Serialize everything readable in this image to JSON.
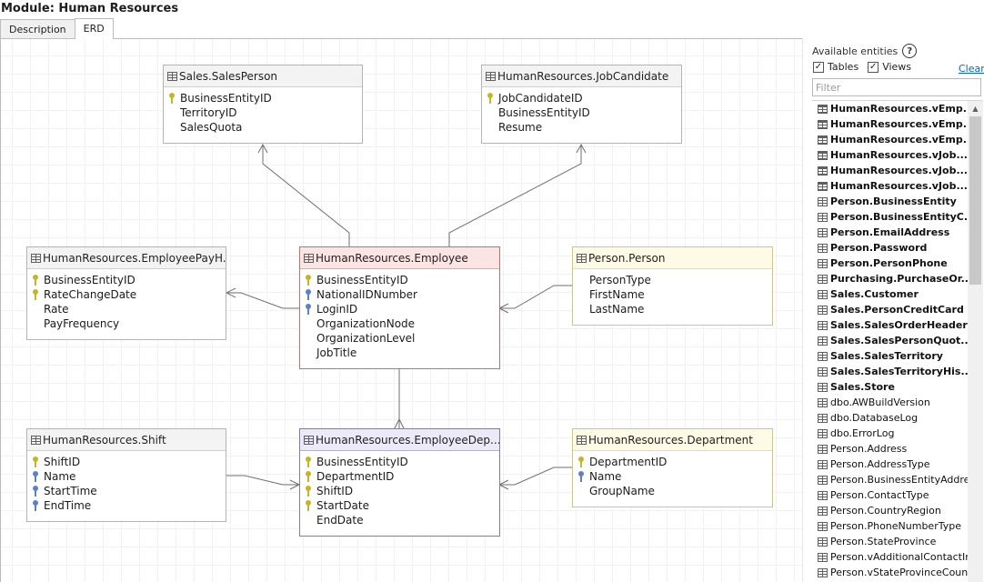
{
  "module_title": "Module: Human Resources",
  "tabs": [
    {
      "label": "Description"
    },
    {
      "label": "ERD"
    }
  ],
  "entities": {
    "sales_person": {
      "name": "Sales.SalesPerson",
      "fields": [
        "BusinessEntityID",
        "TerritoryID",
        "SalesQuota"
      ],
      "keys": [
        "pk",
        "",
        ""
      ]
    },
    "job_candidate": {
      "name": "HumanResources.JobCandidate",
      "fields": [
        "JobCandidateID",
        "BusinessEntityID",
        "Resume"
      ],
      "keys": [
        "pk",
        "",
        ""
      ]
    },
    "pay_history": {
      "name": "HumanResources.EmployeePayH...",
      "fields": [
        "BusinessEntityID",
        "RateChangeDate",
        "Rate",
        "PayFrequency"
      ],
      "keys": [
        "pk",
        "pk",
        "",
        ""
      ]
    },
    "employee": {
      "name": "HumanResources.Employee",
      "fields": [
        "BusinessEntityID",
        "NationalIDNumber",
        "LoginID",
        "OrganizationNode",
        "OrganizationLevel",
        "JobTitle"
      ],
      "keys": [
        "pk",
        "fk",
        "fk",
        "",
        "",
        ""
      ]
    },
    "person": {
      "name": "Person.Person",
      "fields": [
        "PersonType",
        "FirstName",
        "LastName"
      ],
      "keys": [
        "",
        "",
        ""
      ]
    },
    "shift": {
      "name": "HumanResources.Shift",
      "fields": [
        "ShiftID",
        "Name",
        "StartTime",
        "EndTime"
      ],
      "keys": [
        "pk",
        "fk",
        "fk",
        "fk"
      ]
    },
    "emp_dept": {
      "name": "HumanResources.EmployeeDep...",
      "fields": [
        "BusinessEntityID",
        "DepartmentID",
        "ShiftID",
        "StartDate",
        "EndDate"
      ],
      "keys": [
        "pk",
        "pk",
        "pk",
        "pk",
        ""
      ]
    },
    "department": {
      "name": "HumanResources.Department",
      "fields": [
        "DepartmentID",
        "Name",
        "GroupName"
      ],
      "keys": [
        "pk",
        "fk",
        ""
      ]
    }
  },
  "panel": {
    "title": "Available entities",
    "help_icon": "?",
    "tables_label": "Tables",
    "views_label": "Views",
    "tables_checked": true,
    "views_checked": true,
    "clear_label": "Clear",
    "filter_placeholder": "Filter",
    "filter_value": "",
    "items": [
      {
        "label": "HumanResources.vEmp...",
        "bold": true,
        "kind": "view"
      },
      {
        "label": "HumanResources.vEmp...",
        "bold": true,
        "kind": "view"
      },
      {
        "label": "HumanResources.vEmp...",
        "bold": true,
        "kind": "view"
      },
      {
        "label": "HumanResources.vJob...",
        "bold": true,
        "kind": "view"
      },
      {
        "label": "HumanResources.vJob...",
        "bold": true,
        "kind": "view"
      },
      {
        "label": "HumanResources.vJob...",
        "bold": true,
        "kind": "view"
      },
      {
        "label": "Person.BusinessEntity",
        "bold": true,
        "kind": "table"
      },
      {
        "label": "Person.BusinessEntityC...",
        "bold": true,
        "kind": "table"
      },
      {
        "label": "Person.EmailAddress",
        "bold": true,
        "kind": "table"
      },
      {
        "label": "Person.Password",
        "bold": true,
        "kind": "table"
      },
      {
        "label": "Person.PersonPhone",
        "bold": true,
        "kind": "table"
      },
      {
        "label": "Purchasing.PurchaseOr...",
        "bold": true,
        "kind": "table"
      },
      {
        "label": "Sales.Customer",
        "bold": true,
        "kind": "table"
      },
      {
        "label": "Sales.PersonCreditCard",
        "bold": true,
        "kind": "table"
      },
      {
        "label": "Sales.SalesOrderHeader",
        "bold": true,
        "kind": "table"
      },
      {
        "label": "Sales.SalesPersonQuot...",
        "bold": true,
        "kind": "table"
      },
      {
        "label": "Sales.SalesTerritory",
        "bold": true,
        "kind": "table"
      },
      {
        "label": "Sales.SalesTerritoryHis...",
        "bold": true,
        "kind": "table"
      },
      {
        "label": "Sales.Store",
        "bold": true,
        "kind": "table"
      },
      {
        "label": "dbo.AWBuildVersion",
        "bold": false,
        "kind": "table"
      },
      {
        "label": "dbo.DatabaseLog",
        "bold": false,
        "kind": "table"
      },
      {
        "label": "dbo.ErrorLog",
        "bold": false,
        "kind": "table"
      },
      {
        "label": "Person.Address",
        "bold": false,
        "kind": "table"
      },
      {
        "label": "Person.AddressType",
        "bold": false,
        "kind": "table"
      },
      {
        "label": "Person.BusinessEntityAddress",
        "bold": false,
        "kind": "table"
      },
      {
        "label": "Person.ContactType",
        "bold": false,
        "kind": "table"
      },
      {
        "label": "Person.CountryRegion",
        "bold": false,
        "kind": "table"
      },
      {
        "label": "Person.PhoneNumberType",
        "bold": false,
        "kind": "table"
      },
      {
        "label": "Person.StateProvince",
        "bold": false,
        "kind": "table"
      },
      {
        "label": "Person.vAdditionalContactInfo",
        "bold": false,
        "kind": "table"
      },
      {
        "label": "Person.vStateProvinceCoun...",
        "bold": false,
        "kind": "table"
      }
    ]
  },
  "colors": {
    "employee_border": "#d06a6a",
    "person_border": "#d8c66a",
    "emp_dept_border": "#7e77c7",
    "pk_key": "#c6b52a",
    "fk_key": "#5b83c4",
    "link_clear": "#0066cc"
  }
}
